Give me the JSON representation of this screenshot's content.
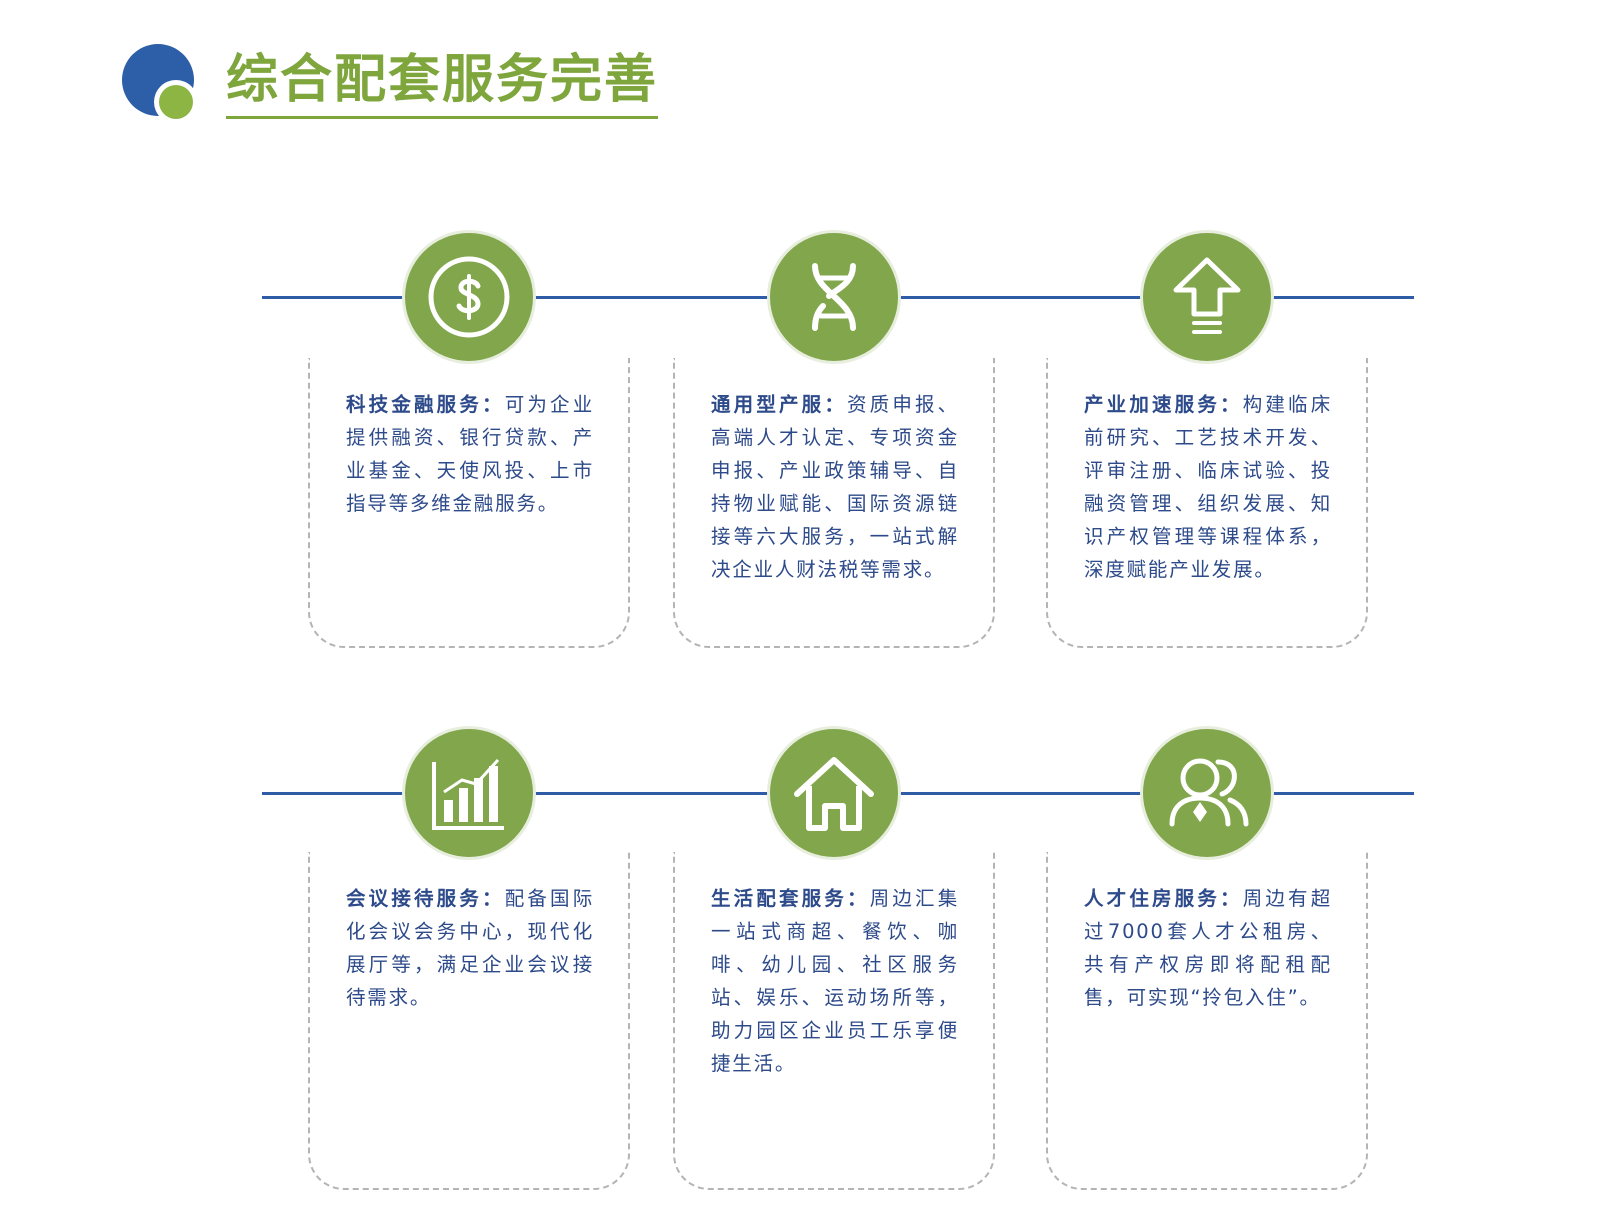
{
  "page": {
    "title": "综合配套服务完善"
  },
  "colors": {
    "accent_green": "#82a64c",
    "title_green": "#7ea63d",
    "line_blue": "#2e5ca6",
    "text_blue": "#2d4a8a"
  },
  "services": [
    {
      "icon": "dollar-icon",
      "title": "科技金融服务：",
      "body": "可为企业提供融资、银行贷款、产业基金、天使风投、上市指导等多维金融服务。"
    },
    {
      "icon": "dna-icon",
      "title": "通用型产服：",
      "body": "资质申报、高端人才认定、专项资金申报、产业政策辅导、自持物业赋能、国际资源链接等六大服务，一站式解决企业人财法税等需求。"
    },
    {
      "icon": "arrow-up-icon",
      "title": "产业加速服务：",
      "body": "构建临床前研究、工艺技术开发、评审注册、临床试验、投融资管理、组织发展、知识产权管理等课程体系，深度赋能产业发展。"
    },
    {
      "icon": "bar-chart-icon",
      "title": "会议接待服务：",
      "body": "配备国际化会议会务中心，现代化展厅等，满足企业会议接待需求。"
    },
    {
      "icon": "house-icon",
      "title": "生活配套服务：",
      "body": "周边汇集一站式商超、餐饮、咖啡、幼儿园、社区服务站、娱乐、运动场所等，助力园区企业员工乐享便捷生活。"
    },
    {
      "icon": "people-icon",
      "title": "人才住房服务：",
      "body": "周边有超过7000套人才公租房、共有产权房即将配租配售，可实现“拎包入住”。"
    }
  ]
}
